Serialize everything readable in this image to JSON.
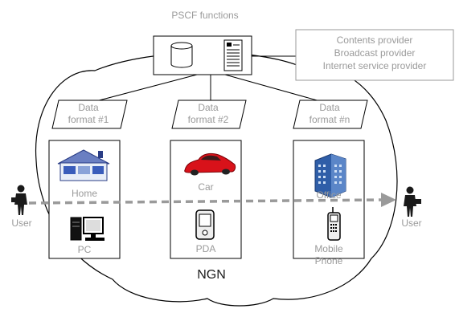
{
  "title": "PSCF functions",
  "providers": [
    "Contents provider",
    "Broadcast provider",
    "Internet service provider"
  ],
  "data_formats": [
    {
      "line1": "Data",
      "line2": "format #1"
    },
    {
      "line1": "Data",
      "line2": "format #2"
    },
    {
      "line1": "Data",
      "line2": "format #n"
    }
  ],
  "devices": {
    "home": "Home",
    "pc": "PC",
    "car": "Car",
    "pda": "PDA",
    "office": "Office",
    "mobile_phone_line1": "Mobile",
    "mobile_phone_line2": "Phone"
  },
  "users": {
    "left": "User",
    "right": "User"
  },
  "network": "NGN"
}
